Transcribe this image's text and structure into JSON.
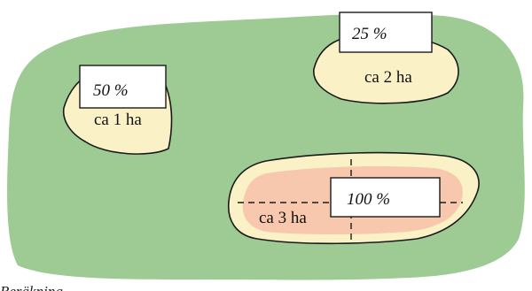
{
  "figure": {
    "zones": [
      {
        "id": "zone-50",
        "percentage": "50 %",
        "area": "ca 1 ha"
      },
      {
        "id": "zone-25",
        "percentage": "25 %",
        "area": "ca 2 ha"
      },
      {
        "id": "zone-100",
        "percentage": "100 %",
        "area": "ca 3 ha"
      }
    ],
    "caption": "Beräkning"
  },
  "colors": {
    "field": "#9dcb93",
    "zone_fill": "#fbf1c7",
    "core_fill": "#f7c8ae",
    "outline": "#1a1a1a",
    "label_box": "#ffffff",
    "background": "#ffffff"
  }
}
